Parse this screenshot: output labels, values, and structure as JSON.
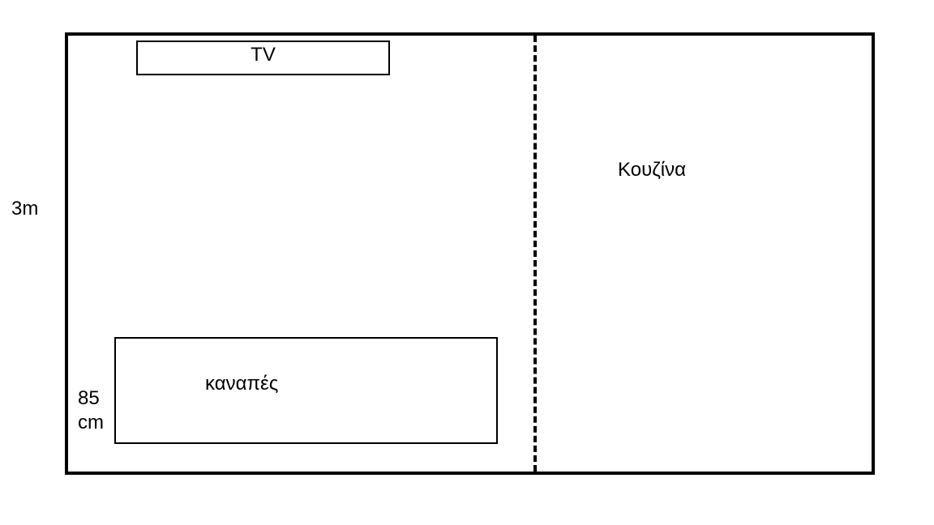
{
  "floor_plan": {
    "room_height_label": "3m",
    "tv": {
      "label": "TV"
    },
    "sofa": {
      "label": "καναπές",
      "depth_label_line1": "85",
      "depth_label_line2": "cm"
    },
    "kitchen": {
      "label": "Κουζίνα"
    }
  },
  "colors": {
    "line": "#000000",
    "background": "#ffffff"
  }
}
